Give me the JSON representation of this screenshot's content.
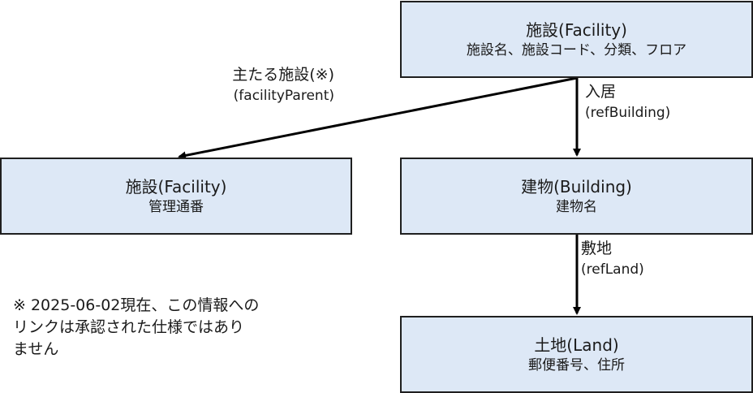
{
  "nodes": {
    "facility_top": {
      "title": "施設(Facility)",
      "attributes": "施設名、施設コード、分類、フロア"
    },
    "facility_parent": {
      "title": "施設(Facility)",
      "attributes": "管理通番"
    },
    "building": {
      "title": "建物(Building)",
      "attributes": "建物名"
    },
    "land": {
      "title": "土地(Land)",
      "attributes": "郵便番号、住所"
    }
  },
  "edges": {
    "facility_parent": {
      "label": "主たる施設(※)",
      "property": "(facilityParent)"
    },
    "ref_building": {
      "label": "入居",
      "property": "(refBuilding)"
    },
    "ref_land": {
      "label": "敷地",
      "property": "(refLand)"
    }
  },
  "note": {
    "line1": "※ 2025-06-02現在、この情報への",
    "line2": "リンクは承認された仕様ではあり",
    "line3": "ません"
  },
  "colors": {
    "node_fill": "#dde8f6",
    "node_border": "#1f1f1f",
    "arrow": "#000000"
  }
}
